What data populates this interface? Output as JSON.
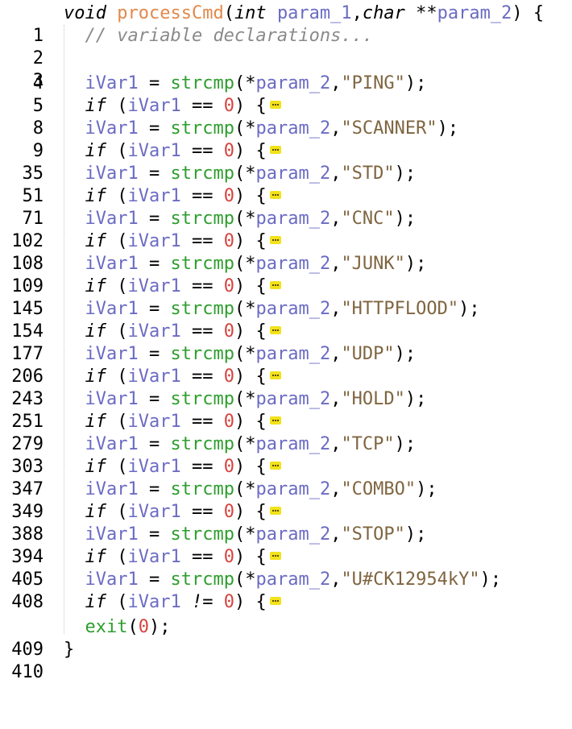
{
  "editor": {
    "header": {
      "num": "1",
      "kw_void": "void",
      "func_name": "processCmd",
      "open_paren": "(",
      "kw_int": "int",
      "param1": "param_1",
      "comma": ",",
      "kw_char": "char",
      "stars": " **",
      "param2": "param_2",
      "close": ") {"
    },
    "comment": {
      "num": "2",
      "text": "// variable declarations..."
    },
    "blank": {
      "num": "3"
    },
    "pairs": [
      {
        "assign_num": "4",
        "cmd": "\"PING\"",
        "if_num": "5",
        "op": "=="
      },
      {
        "assign_num": "8",
        "cmd": "\"SCANNER\"",
        "if_num": "9",
        "op": "=="
      },
      {
        "assign_num": "35",
        "cmd": "\"STD\"",
        "if_num": "51",
        "op": "=="
      },
      {
        "assign_num": "71",
        "cmd": "\"CNC\"",
        "if_num": "102",
        "op": "=="
      },
      {
        "assign_num": "108",
        "cmd": "\"JUNK\"",
        "if_num": "109",
        "op": "=="
      },
      {
        "assign_num": "145",
        "cmd": "\"HTTPFLOOD\"",
        "if_num": "154",
        "op": "=="
      },
      {
        "assign_num": "177",
        "cmd": "\"UDP\"",
        "if_num": "206",
        "op": "=="
      },
      {
        "assign_num": "243",
        "cmd": "\"HOLD\"",
        "if_num": "251",
        "op": "=="
      },
      {
        "assign_num": "279",
        "cmd": "\"TCP\"",
        "if_num": "303",
        "op": "=="
      },
      {
        "assign_num": "347",
        "cmd": "\"COMBO\"",
        "if_num": "349",
        "op": "=="
      },
      {
        "assign_num": "388",
        "cmd": "\"STOP\"",
        "if_num": "394",
        "op": "=="
      },
      {
        "assign_num": "405",
        "cmd": "\"U#CK12954kY\"",
        "if_num": "408",
        "op": "!="
      }
    ],
    "tokens": {
      "var": "iVar1",
      "eq": " = ",
      "callee": "strcmp",
      "deref_open": "(*",
      "param2": "param_2",
      "comma": ",",
      "call_close": ");",
      "kw_if": "if",
      "if_open": " (",
      "zero": "0",
      "if_close": ") {"
    },
    "exit_line": {
      "num": "409",
      "fn": "exit",
      "open": "(",
      "arg": "0",
      "close": ");"
    },
    "end_line": {
      "num": "410",
      "text": "}"
    },
    "fold_marker_icon": "ellipsis-fold-icon",
    "colors": {
      "function_name": "#e3894a",
      "variable": "#6b6bc4",
      "callee": "#2e9e2e",
      "string": "#7f6540",
      "number": "#d6443f",
      "comment": "#8a8a8a",
      "fold_marker": "#f2e21a"
    }
  }
}
